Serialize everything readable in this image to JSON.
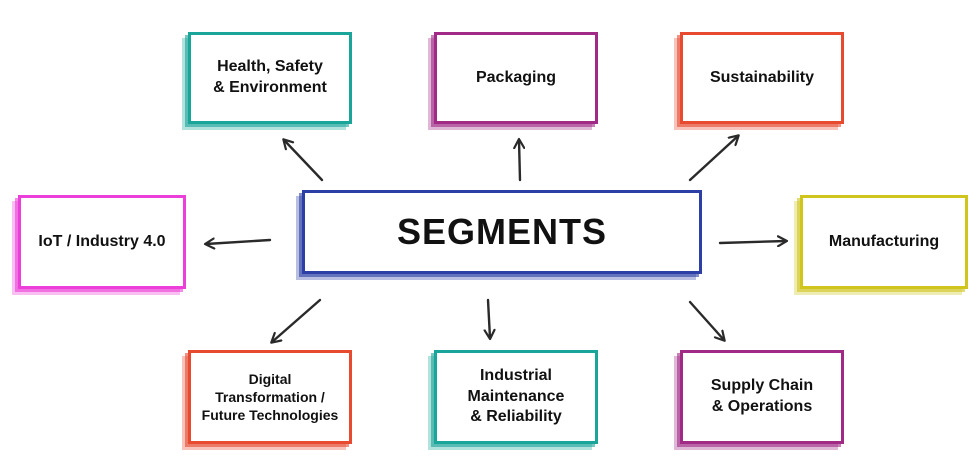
{
  "center": {
    "label": "SEGMENTS",
    "color": "#2b3fa6"
  },
  "segments": [
    {
      "label": "Health, Safety\n& Environment",
      "color": "#1aa59a"
    },
    {
      "label": "Packaging",
      "color": "#a12a86"
    },
    {
      "label": "Sustainability",
      "color": "#e84a2f"
    },
    {
      "label": "IoT / Industry 4.0",
      "color": "#ec3ed9"
    },
    {
      "label": "Manufacturing",
      "color": "#cfc51c"
    },
    {
      "label": "Digital\nTransformation /\nFuture Technologies",
      "color": "#e84a2f"
    },
    {
      "label": "Industrial\nMaintenance\n& Reliability",
      "color": "#1aa59a"
    },
    {
      "label": "Supply Chain\n& Operations",
      "color": "#a12a86"
    }
  ],
  "arrow_color": "#2a2a2a"
}
